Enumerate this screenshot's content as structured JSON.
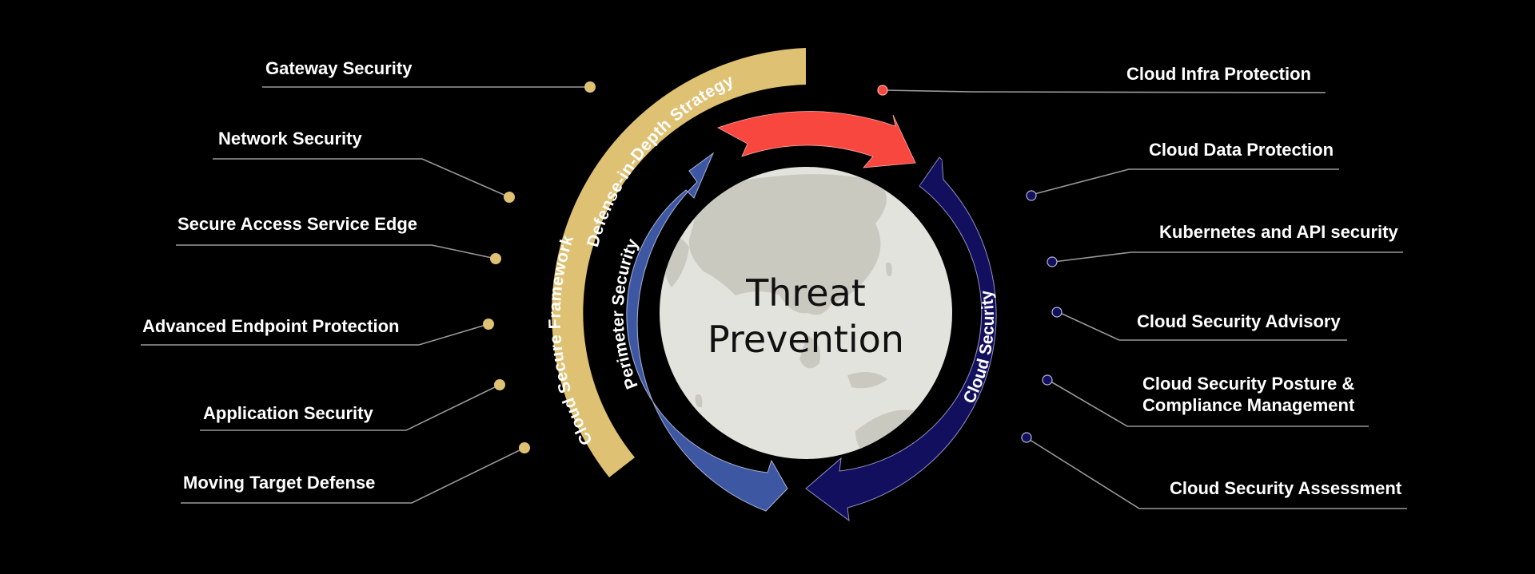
{
  "center": {
    "line1": "Threat",
    "line2": "Prevention"
  },
  "rings": {
    "outer_top": "Defense-in-Depth Strategy",
    "outer_left": "Cloud Secure Framework",
    "perimeter": "Perimeter Security",
    "cloud": "Cloud Security"
  },
  "colors": {
    "background": "#000000",
    "gold": "#dfc173",
    "blue": "#3d57a3",
    "navy": "#12105e",
    "red": "#f8473f",
    "globe": "#e3e3dd",
    "land": "#c9c9c0",
    "leader": "#9a9a9a"
  },
  "left_items": [
    {
      "label": "Gateway Security"
    },
    {
      "label": "Network Security"
    },
    {
      "label": "Secure Access Service Edge"
    },
    {
      "label": "Advanced Endpoint Protection"
    },
    {
      "label": "Application Security"
    },
    {
      "label": "Moving Target Defense"
    }
  ],
  "right_items": [
    {
      "label": "Cloud Infra Protection"
    },
    {
      "label": "Cloud Data Protection"
    },
    {
      "label": "Kubernetes and API security"
    },
    {
      "label": "Cloud Security Advisory"
    },
    {
      "label": "Cloud Security Posture & Compliance Management"
    },
    {
      "label": "Cloud Security Assessment"
    }
  ]
}
